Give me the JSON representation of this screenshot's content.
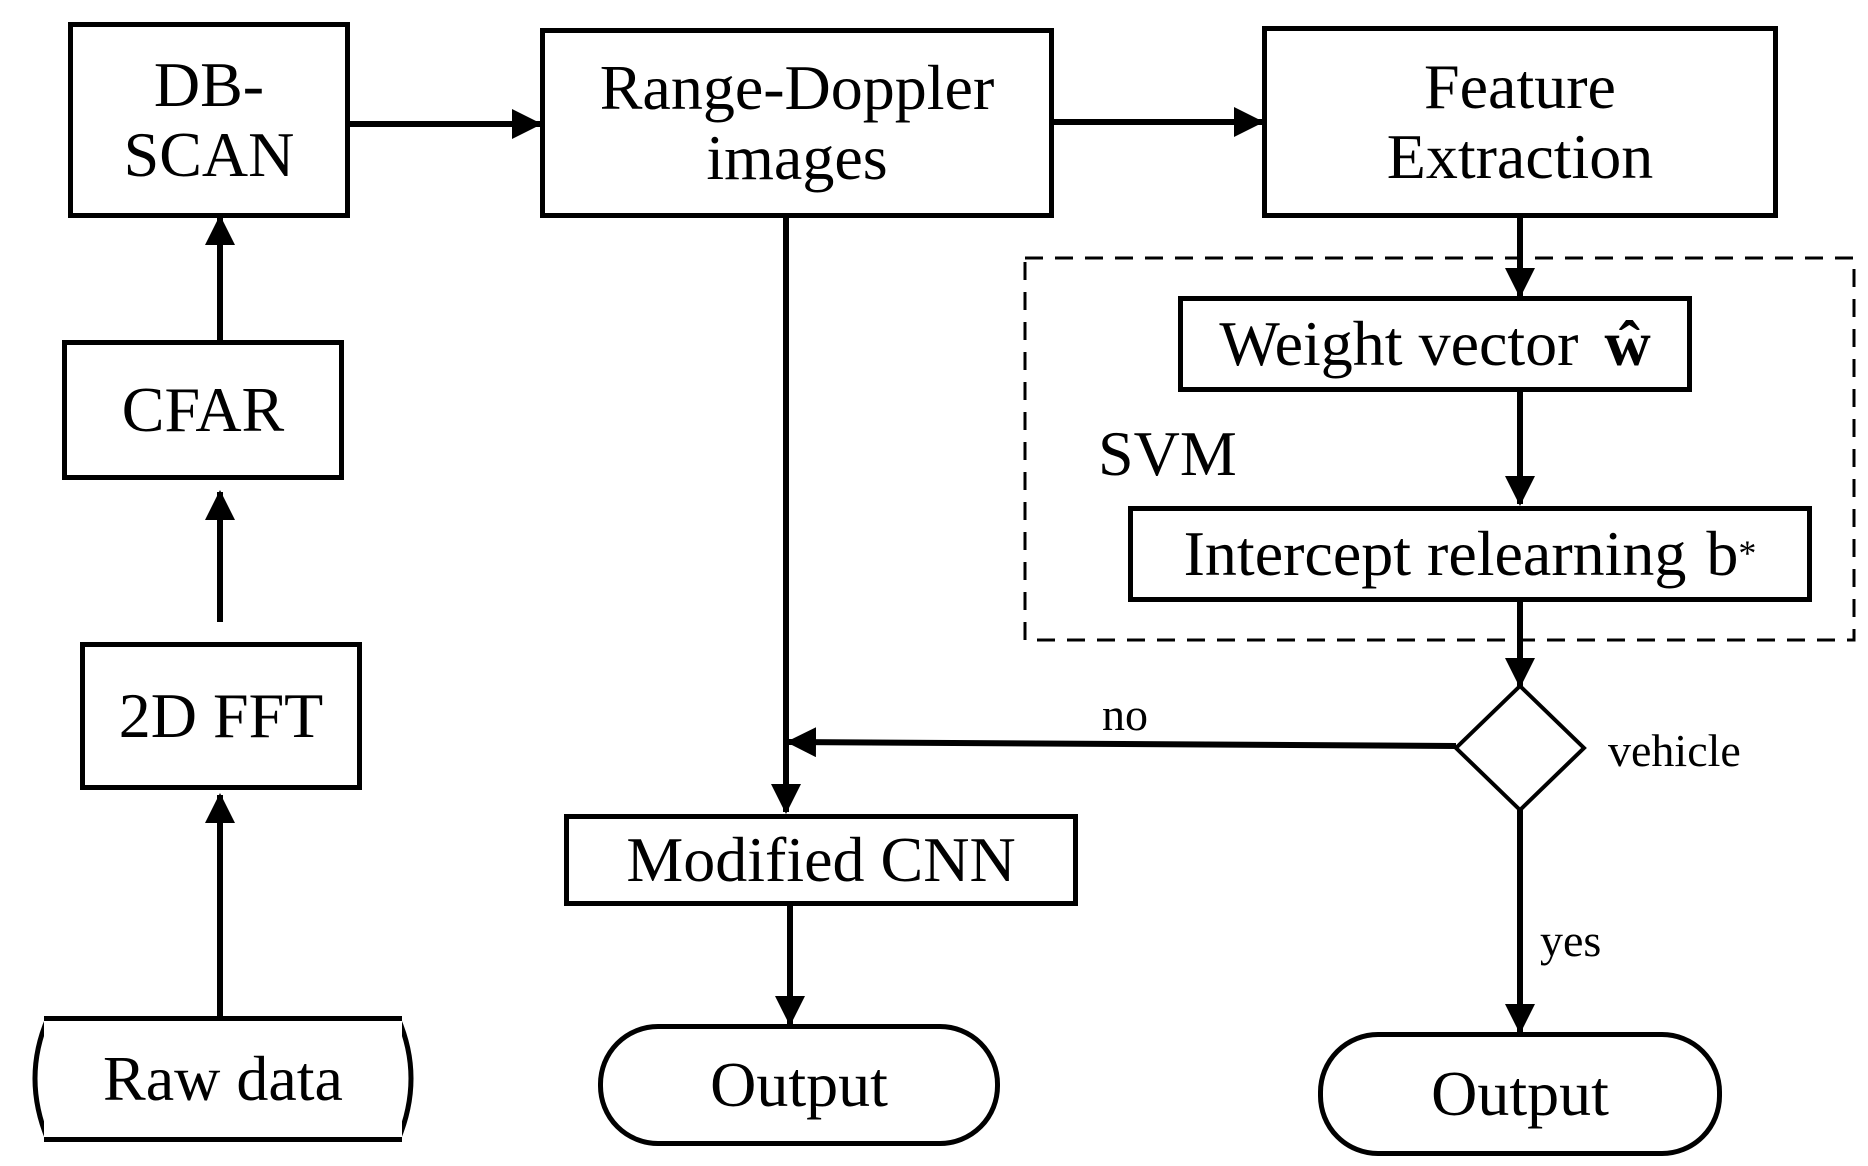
{
  "nodes": {
    "dbscan": {
      "line1": "DB-",
      "line2": "SCAN"
    },
    "range_doppler": {
      "line1": "Range-Doppler",
      "line2": "images"
    },
    "feature_extraction": {
      "line1": "Feature",
      "line2": "Extraction"
    },
    "cfar": "CFAR",
    "fft2d": "2D FFT",
    "raw_data": "Raw data",
    "weight_vector": {
      "text": "Weight vector",
      "symbol": "ŵ"
    },
    "svm": "SVM",
    "intercept": {
      "text": "Intercept relearning",
      "symbol": "b",
      "superscript": "*"
    },
    "modified_cnn": "Modified CNN",
    "output_left": "Output",
    "output_right": "Output"
  },
  "edge_labels": {
    "no": "no",
    "vehicle": "vehicle",
    "yes": "yes"
  }
}
